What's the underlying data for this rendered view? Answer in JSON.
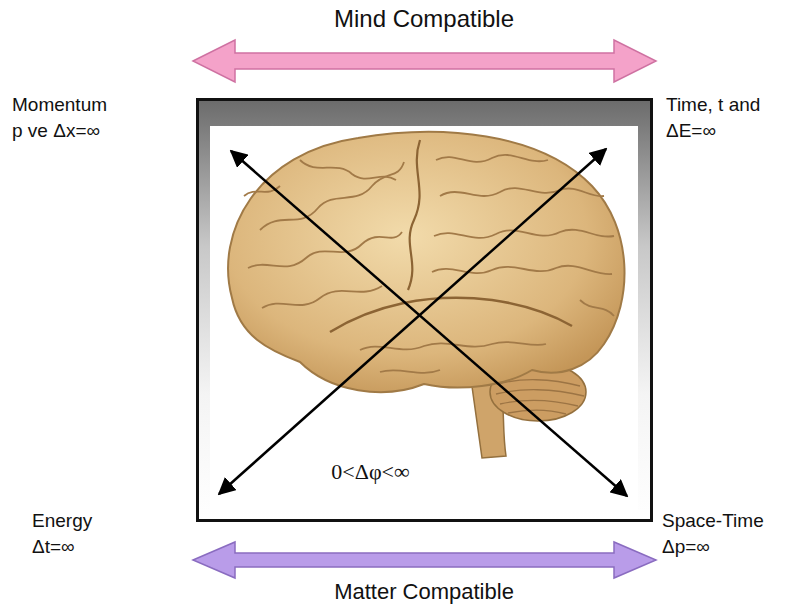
{
  "diagram": {
    "nodes": [
      {
        "text": [
          "0<Δφ<∞"
        ]
      }
    ],
    "labels": [
      "Mind Compatible",
      "Momentum p ve Δx=∞",
      "Time, t and ΔE=∞",
      "Energy Δt=∞",
      "Space-Time Δp=∞",
      "Matter Compatible"
    ]
  }
}
